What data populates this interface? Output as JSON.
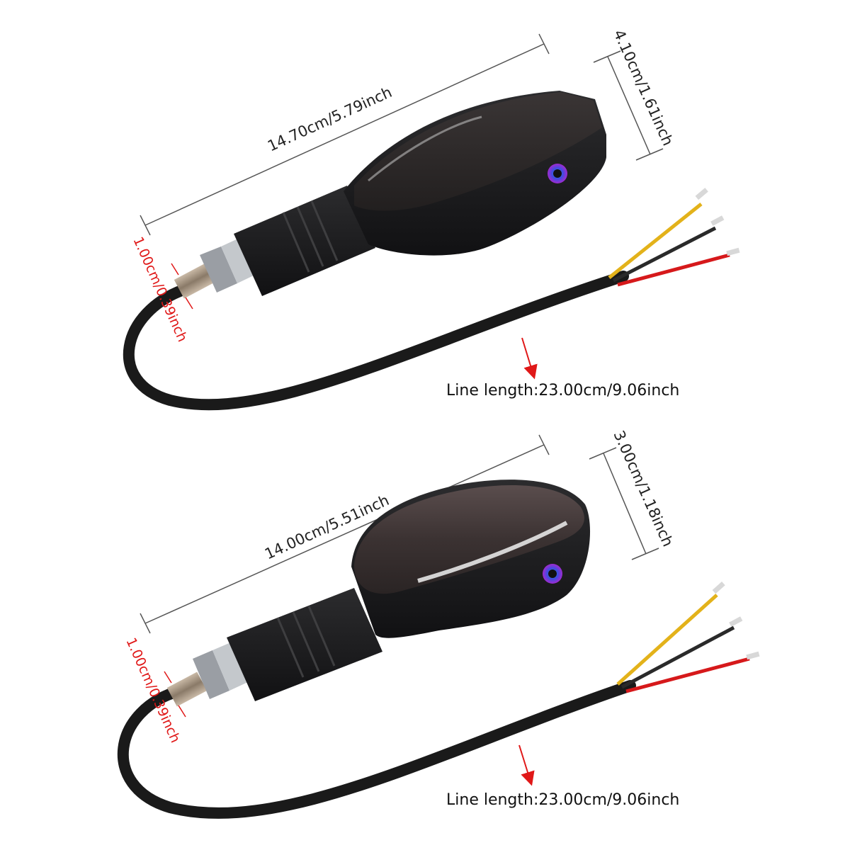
{
  "panels": [
    {
      "length_label": "14.70cm/5.79inch",
      "height_label": "4.10cm/1.61inch",
      "thread_label": "1.00cm/0.39inch",
      "line_label": "Line length:23.00cm/9.06inch"
    },
    {
      "length_label": "14.00cm/5.51inch",
      "height_label": "3.00cm/1.18inch",
      "thread_label": "1.00cm/0.39inch",
      "line_label": "Line length:23.00cm/9.06inch"
    }
  ],
  "colors": {
    "housing": "#1c1c1e",
    "lens_top": "#2e2a2a",
    "lens_bottom": "#4a3f3f",
    "wire_yellow": "#e3b21a",
    "wire_black": "#2a2a2a",
    "wire_red": "#d6191b",
    "thread_label_red": "#e01818",
    "arrow_red": "#e01818"
  },
  "icons": [
    "wire-terminal-icon",
    "led-indicator-icon",
    "dimension-arrow-icon"
  ]
}
